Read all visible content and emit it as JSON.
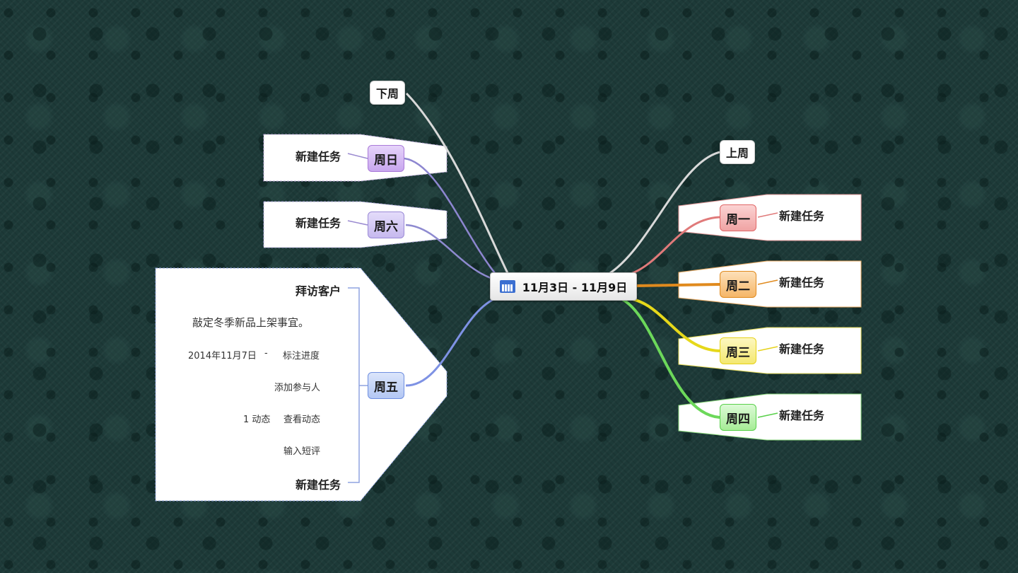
{
  "center": {
    "label": "11月3日 - 11月9日",
    "icon": "calendar-icon"
  },
  "nav": {
    "next_week": "下周",
    "prev_week": "上周"
  },
  "days": {
    "sun": {
      "label": "周日",
      "task": "新建任务",
      "color": "#a97ad8"
    },
    "sat": {
      "label": "周六",
      "task": "新建任务",
      "color": "#9a8ad6"
    },
    "fri": {
      "label": "周五",
      "color": "#6f8fe0",
      "items": {
        "visit": "拜访客户",
        "note": "敲定冬季新品上架事宜。",
        "date": "2014年11月7日",
        "dash": "-",
        "mark_progress": "标注进度",
        "add_participants": "添加参与人",
        "activity_count": "1 动态",
        "view_activity": "查看动态",
        "enter_comment": "输入短评",
        "new_task": "新建任务"
      }
    },
    "mon": {
      "label": "周一",
      "task": "新建任务",
      "color": "#e06666"
    },
    "tue": {
      "label": "周二",
      "task": "新建任务",
      "color": "#e08a1e"
    },
    "wed": {
      "label": "周三",
      "task": "新建任务",
      "color": "#e6d21a"
    },
    "thu": {
      "label": "周四",
      "task": "新建任务",
      "color": "#58d04a"
    }
  }
}
